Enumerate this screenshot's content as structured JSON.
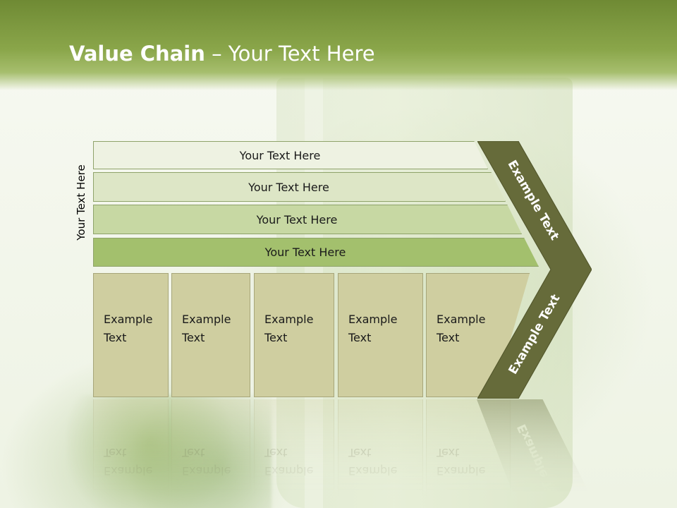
{
  "header": {
    "title_bold": "Value Chain",
    "title_rest": " – Your Text Here"
  },
  "side_label": "Your Text Here",
  "support_bars": [
    {
      "label": "Your Text Here"
    },
    {
      "label": "Your Text Here"
    },
    {
      "label": "Your Text Here"
    },
    {
      "label": "Your Text Here"
    }
  ],
  "primary_boxes": [
    {
      "label": "Example\nText"
    },
    {
      "label": "Example\nText"
    },
    {
      "label": "Example\nText"
    },
    {
      "label": "Example\nText"
    },
    {
      "label": "Example\nText"
    }
  ],
  "chevron": {
    "upper_label": "Example Text",
    "lower_label": "Example Text",
    "color": "#666b3a"
  },
  "colors": {
    "header": "#8aa64a",
    "bar_1": "#eef2e2",
    "bar_2": "#dde6c6",
    "bar_3": "#c7d8a3",
    "bar_4": "#a3c06d",
    "box": "#cfcea0"
  }
}
